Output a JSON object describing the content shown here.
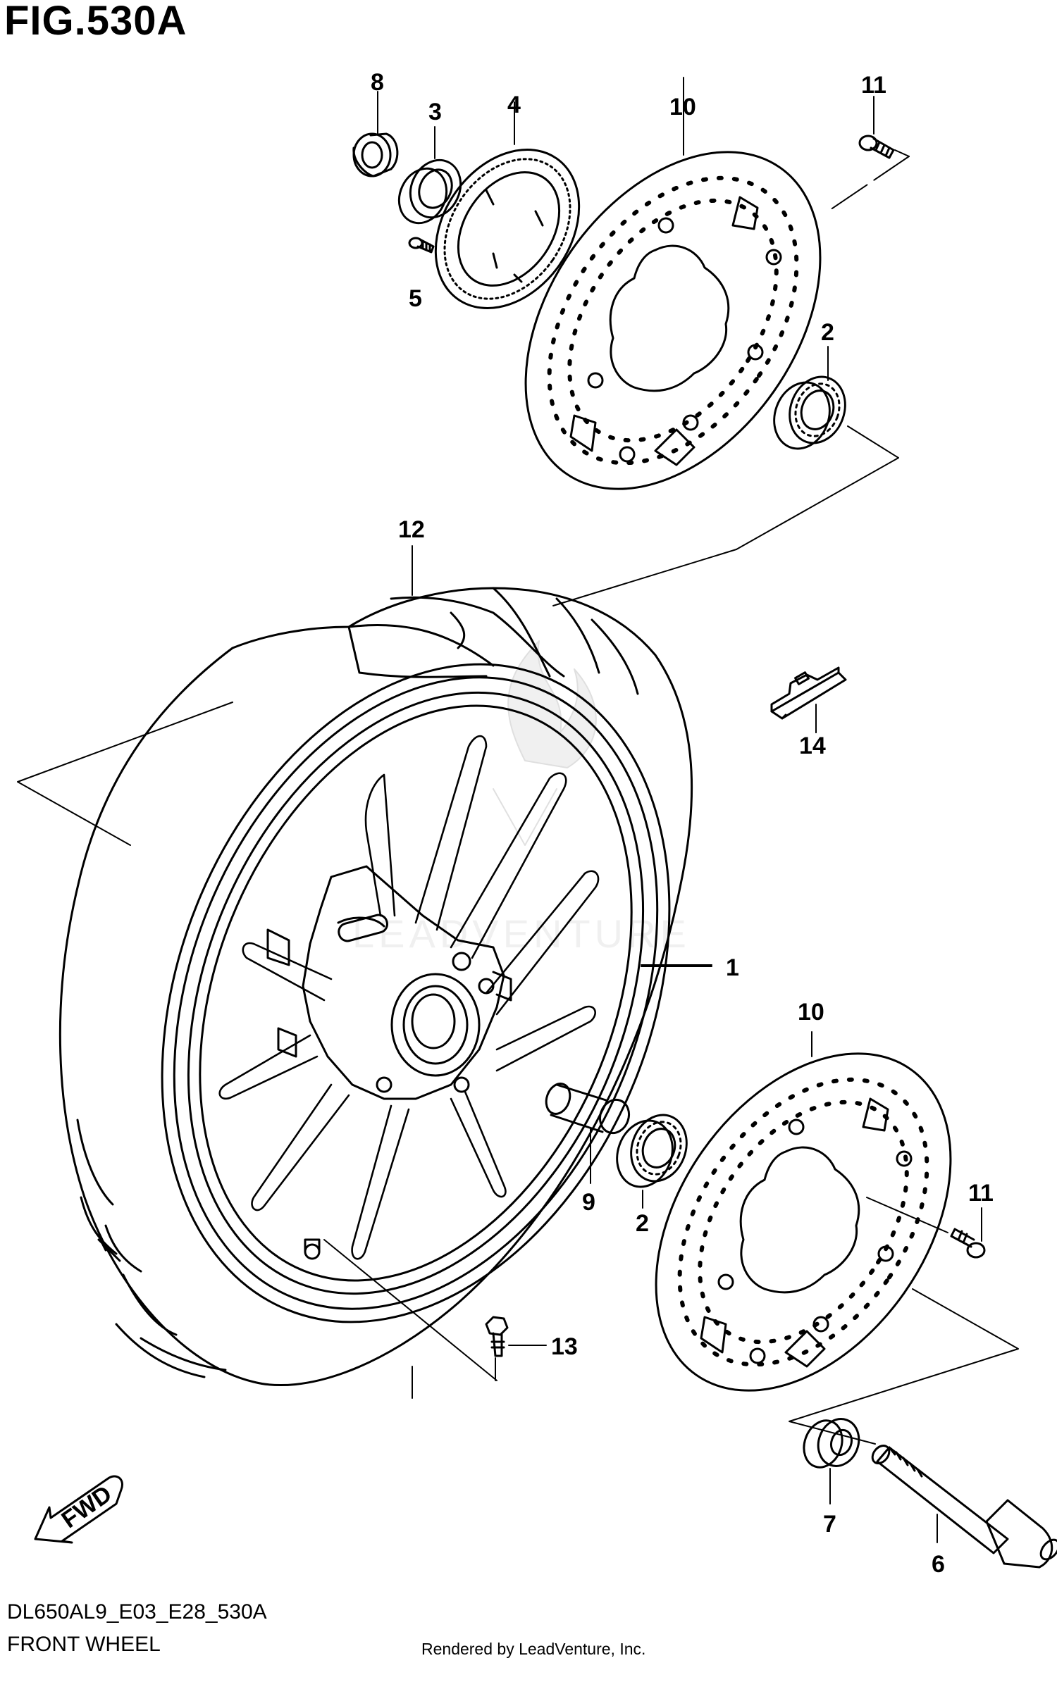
{
  "figure_title": "FIG.530A",
  "diagram_code": "DL650AL9_E03_E28_530A",
  "section_title": "FRONT WHEEL",
  "credit": "Rendered by LeadVenture, Inc.",
  "watermark": "LEADVENTURE",
  "direction_label": "FWD",
  "callouts": {
    "c1": "1",
    "c2a": "2",
    "c2b": "2",
    "c3": "3",
    "c4": "4",
    "c5": "5",
    "c6": "6",
    "c7": "7",
    "c8": "8",
    "c9": "9",
    "c10a": "10",
    "c10b": "10",
    "c11a": "11",
    "c11b": "11",
    "c12": "12",
    "c13": "13",
    "c14": "14"
  }
}
